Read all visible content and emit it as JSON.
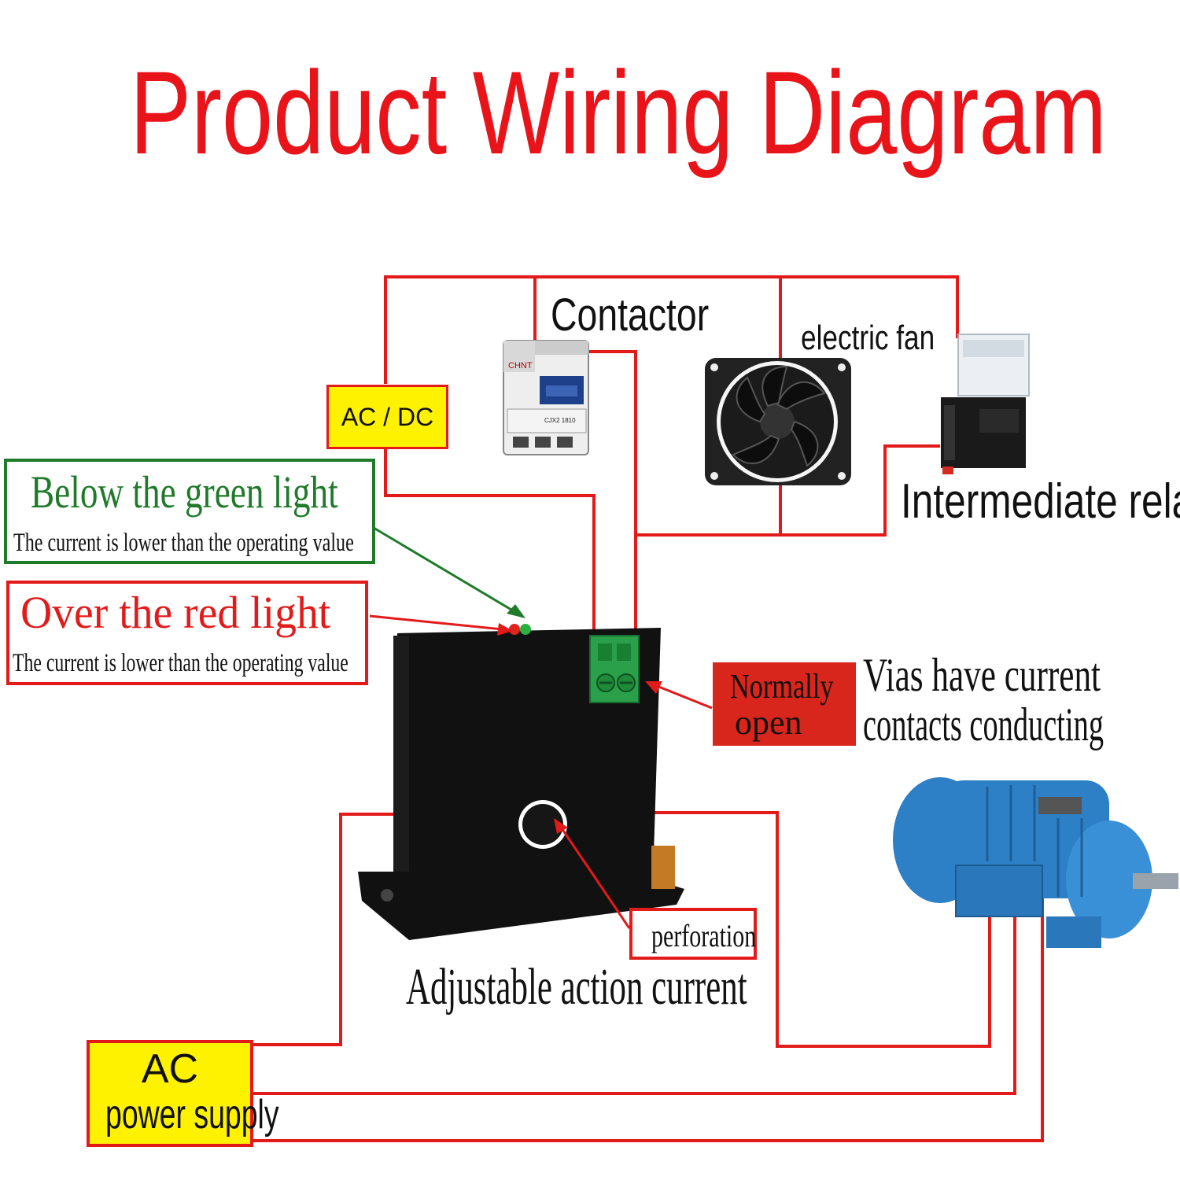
{
  "title": "Product Wiring Diagram",
  "components": {
    "contactor": "Contactor",
    "electric_fan": "electric fan",
    "intermediate_relay": "Intermediate relay",
    "ac_dc": "AC / DC",
    "ac_power": {
      "line1": "AC",
      "line2": "power supply"
    },
    "perforation": "perforation",
    "adjustable": "Adjustable action current"
  },
  "green_callout": {
    "heading": "Below the green light",
    "sub": "The current is lower than the operating value"
  },
  "red_callout": {
    "heading": "Over the red light",
    "sub": "The current is lower than the operating value"
  },
  "normally_open": {
    "line1": "Normally",
    "line2": "open"
  },
  "vias_note": {
    "line1": "Vias have current",
    "line2": "contacts conducting"
  },
  "contactor_labels": {
    "brand": "CHNT",
    "model": "CJX2 1810"
  },
  "colors": {
    "wire": "#e21a1a",
    "title": "#e8141a",
    "green": "#1f7a2a",
    "yellow": "#fff200",
    "dark_red_box": "#d9261c",
    "motor_blue": "#2d7fc6",
    "terminal_green": "#2aa04a"
  }
}
